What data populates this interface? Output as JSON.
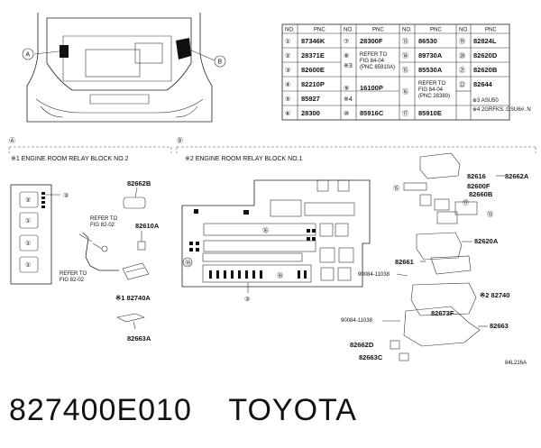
{
  "table": {
    "headers": [
      "NO.",
      "PNC",
      "NO.",
      "PNC",
      "NO.",
      "PNC",
      "NO.",
      "PNC"
    ],
    "rows": [
      [
        {
          "no": "①",
          "pnc": "87346K"
        },
        {
          "no": "⑦",
          "pnc": "28300F"
        },
        {
          "no": "⑬",
          "pnc": "86530"
        },
        {
          "no": "⑲",
          "pnc": "82824L"
        }
      ],
      [
        {
          "no": "②",
          "pnc": "28371E"
        },
        {
          "no": "⑧",
          "pnc": "REFER TO\nFIG 84-04\n(PNC 85910A)",
          "note": "※3"
        },
        {
          "no": "⑭",
          "pnc": "89730A"
        },
        {
          "no": "⑳",
          "pnc": "82620D"
        }
      ],
      [
        {
          "no": "③",
          "pnc": "82600E"
        },
        {
          "no": "",
          "pnc": ""
        },
        {
          "no": "⑮",
          "pnc": "85530A"
        },
        {
          "no": "㉑",
          "pnc": "82620B"
        }
      ],
      [
        {
          "no": "④",
          "pnc": "82210P"
        },
        {
          "no": "⑨",
          "pnc": "16100P"
        },
        {
          "no": "⑯",
          "pnc": "REFER TO\nFIG 84-04\n(PNC 28380)"
        },
        {
          "no": "㉒",
          "pnc": "82644"
        }
      ],
      [
        {
          "no": "⑤",
          "pnc": "85927"
        },
        {
          "no": "※4",
          "pnc": ""
        },
        {
          "no": "",
          "pnc": ""
        },
        {
          "no": "",
          "pnc": ""
        }
      ],
      [
        {
          "no": "⑥",
          "pnc": "28300"
        },
        {
          "no": "⑩",
          "pnc": "85916C"
        },
        {
          "no": "⑰",
          "pnc": "85910E"
        },
        {
          "no": "",
          "pnc": ""
        }
      ]
    ],
    "notes": [
      "※3 ASU50",
      "※4 2GRFKS..GSU6#..N"
    ]
  },
  "sections": {
    "left_letter": "Ⓐ",
    "left_title": "※1 ENGINE ROOM RELAY BLOCK NO.2",
    "right_letter": "Ⓑ",
    "right_title": "※2 ENGINE ROOM RELAY BLOCK NO.1"
  },
  "car_callouts": {
    "a": "A",
    "b": "B"
  },
  "left_labels": {
    "p82662B": "82662B",
    "p82610A": "82610A",
    "refer1a": "REFER TO",
    "refer1b": "FIG 82-02",
    "refer2a": "REFER TO",
    "refer2b": "FIG 82-02",
    "p82740A": "※1 82740A",
    "p82663A": "82663A",
    "c3": "③",
    "c2": "②",
    "c1a": "①",
    "c1b": "①",
    "c1c": "①"
  },
  "right_labels": {
    "p82616": "82616",
    "p82662A": "82662A",
    "p82600F": "82600F",
    "p82660B": "82660B",
    "p82620A": "82620A",
    "p82661": "82661",
    "p90084a": "90084-11038",
    "p82740": "※2 82740",
    "p82673F": "82673F",
    "p90084b": "90084-11038",
    "p82663": "82663",
    "p82662D": "82662D",
    "p82663C": "82663C",
    "c19": "⑲",
    "c16": "⑯",
    "c18": "⑱",
    "c3": "③",
    "c17": "⑰",
    "code": "84L216A"
  },
  "footer": {
    "part_number": "827400E010",
    "brand": "TOYOTA"
  }
}
